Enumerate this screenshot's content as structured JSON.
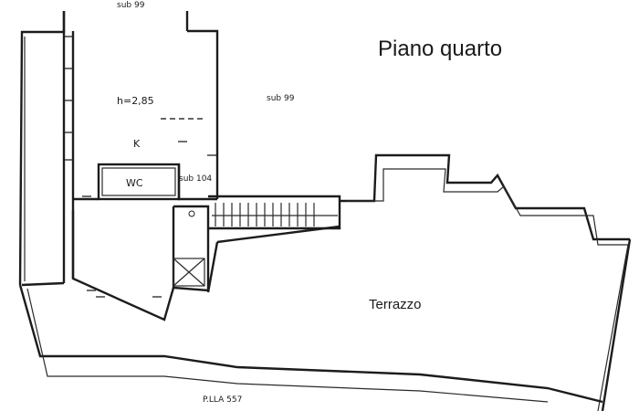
{
  "drawing": {
    "title": "Piano quarto",
    "labels": {
      "sub_top": "sub 99",
      "sub_right": "sub 99",
      "height": "h=2,85",
      "kitchen": "K",
      "wc": "WC",
      "sub_104": "sub 104",
      "terrace": "Terrazzo",
      "parcel": "P.LLA 557"
    }
  }
}
